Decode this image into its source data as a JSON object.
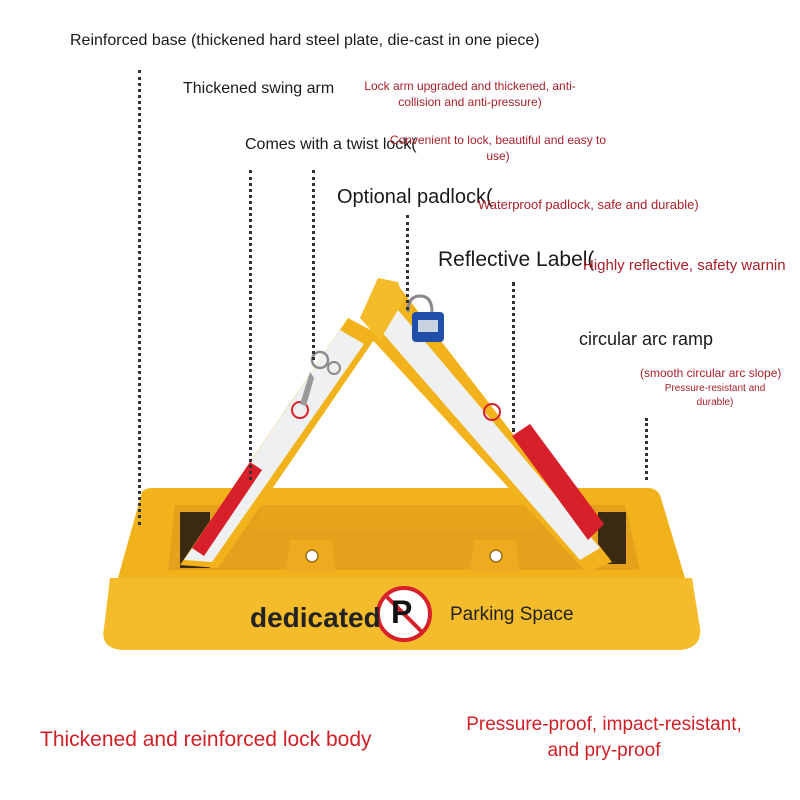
{
  "callouts": {
    "base": "Reinforced base (thickened hard steel plate, die-cast in one piece)",
    "swing_arm": "Thickened swing arm",
    "swing_arm_note": "Lock arm upgraded and thickened, anti-collision and anti-pressure)",
    "twist_lock": "Comes with a twist lock(",
    "twist_lock_note": "Convenient to lock, beautiful and easy to use)",
    "padlock": "Optional padlock(",
    "padlock_note": "Waterproof padlock, safe and durable)",
    "reflective": "Reflective Label(",
    "reflective_note": "Highly reflective, safety warnin",
    "ramp": "circular arc ramp",
    "ramp_note_1": "(smooth circular arc slope)",
    "ramp_note_2": "Pressure-resistant and durable)"
  },
  "product": {
    "label_dedicated": "dedicated",
    "label_parking": "Parking Space",
    "sign_letter": "P",
    "colors": {
      "body_yellow": "#f2b21c",
      "body_shadow": "#d9961a",
      "reflective_red": "#d8202a",
      "reflective_white": "#eef0f2",
      "lock_blue": "#1f4fa8"
    }
  },
  "bottom": {
    "left": "Thickened and reinforced lock body",
    "right": "Pressure-proof, impact-resistant, and pry-proof"
  }
}
